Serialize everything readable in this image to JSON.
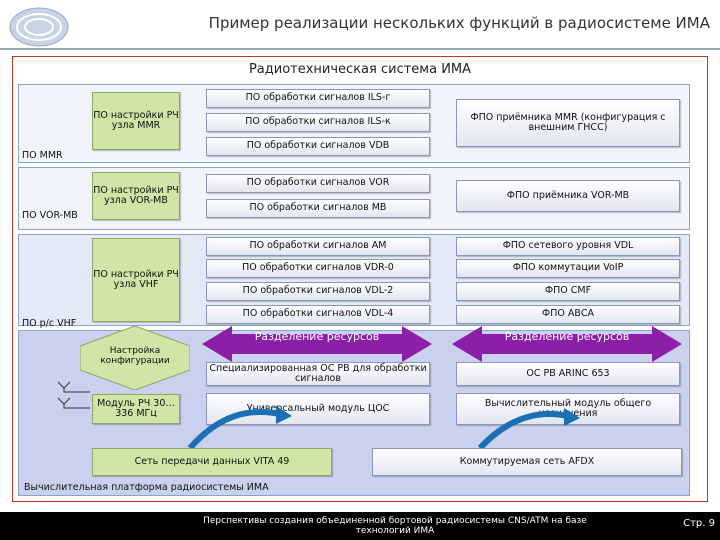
{
  "page_title": "Пример реализации нескольких функций в радиосистеме ИМА",
  "system_title": "Радиотехническая система ИМА",
  "left_labels": {
    "mmr": "ПО MMR",
    "vormb": "ПО VOR-MB",
    "vhf": "ПО р/с VHF"
  },
  "tuning": {
    "mmr": "ПО настройки РЧ узла MMR",
    "vormb": "ПО настройки РЧ узла VOR-MB",
    "vhf": "ПО настройки РЧ узла VHF"
  },
  "signal_sw": {
    "ils_g": "ПО обработки сигналов ILS-г",
    "ils_k": "ПО обработки сигналов ILS-к",
    "vdb": "ПО обработки сигналов VDB",
    "vor": "ПО обработки сигналов VOR",
    "mb": "ПО обработки сигналов MB",
    "am": "ПО обработки сигналов AM",
    "vdr0": "ПО обработки сигналов VDR-0",
    "vdl2": "ПО обработки сигналов VDL-2",
    "vdl4": "ПО обработки сигналов VDL-4"
  },
  "fpo": {
    "mmr": "ФПО приёмника MMR (конфигурация с внешним ГНСС)",
    "vormb": "ФПО приёмника VOR-MB",
    "vdl": "ФПО сетевого уровня VDL",
    "voip": "ФПО коммутации VoIP",
    "cmf": "ФПО CMF",
    "avsa": "ФПО АВСА"
  },
  "resources": {
    "left": "Разделение ресурсов",
    "right": "Разделение ресурсов"
  },
  "platform": {
    "config": "Настройка конфигурации",
    "rf_module": "Модуль РЧ 30…336 МГц",
    "spec_os": "Специализированная ОС РВ для обработки сигналов",
    "os_arinc": "ОС РВ ARINC 653",
    "dsp_module": "Универсальный модуль ЦОС",
    "comp_module": "Вычислительный модуль общего назначения",
    "vita": "Сеть передачи данных VITA 49",
    "afdx": "Коммутируемая сеть AFDX",
    "caption": "Вычислительная платформа радиосистемы ИМА"
  },
  "footer": {
    "text": "Перспективы создания объединенной бортовой радиосистемы CNS/ATM на базе технологий ИМА",
    "page": "Стр. 9"
  },
  "colors": {
    "frame": "#c0392b",
    "band_border": "#8ea2cf",
    "green": "#cfe6a6",
    "arrow": "#8b1fa8"
  }
}
